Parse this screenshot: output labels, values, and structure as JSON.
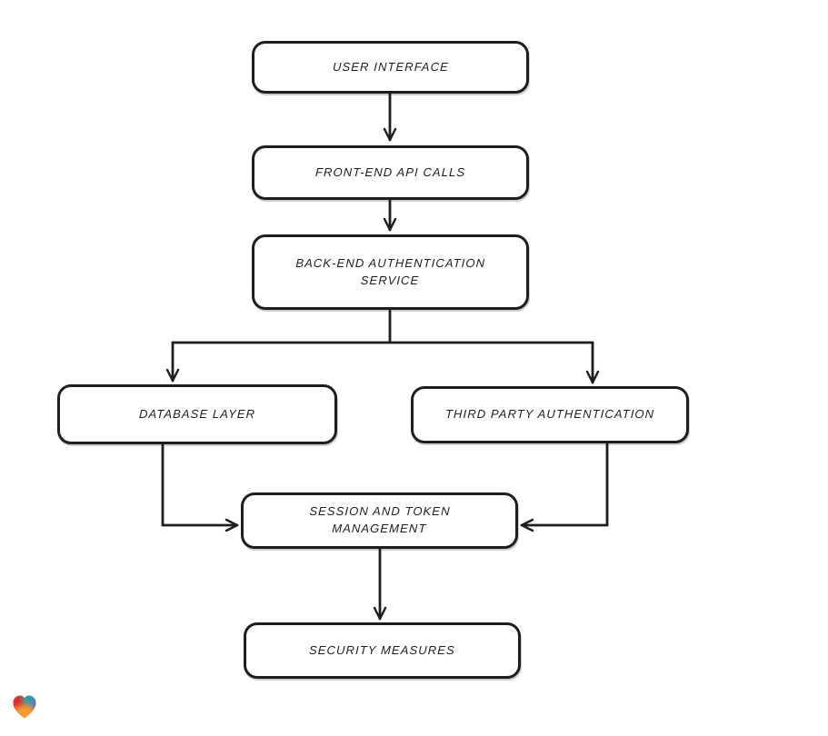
{
  "app": {
    "background_color": "#ffffff"
  },
  "diagram": {
    "stroke_color": "#1e1e1e",
    "node_fill_color": "#ffffff",
    "nodes": [
      {
        "id": "user-interface",
        "label": "USER INTERFACE"
      },
      {
        "id": "front-end-api-calls",
        "label": "FRONT-END API CALLS"
      },
      {
        "id": "back-end-authentication-service",
        "label": "BACK-END AUTHENTICATION\nSERVICE"
      },
      {
        "id": "database-layer",
        "label": "DATABASE LAYER"
      },
      {
        "id": "third-party-authentication",
        "label": "THIRD PARTY AUTHENTICATION"
      },
      {
        "id": "session-and-token-management",
        "label": "SESSION AND TOKEN\nMANAGEMENT"
      },
      {
        "id": "security-measures",
        "label": "SECURITY MEASURES"
      }
    ],
    "edges": [
      {
        "from": "user-interface",
        "to": "front-end-api-calls"
      },
      {
        "from": "front-end-api-calls",
        "to": "back-end-authentication-service"
      },
      {
        "from": "back-end-authentication-service",
        "to": "database-layer"
      },
      {
        "from": "back-end-authentication-service",
        "to": "third-party-authentication"
      },
      {
        "from": "database-layer",
        "to": "session-and-token-management"
      },
      {
        "from": "third-party-authentication",
        "to": "session-and-token-management"
      },
      {
        "from": "session-and-token-management",
        "to": "security-measures"
      }
    ]
  },
  "logo": {
    "name": "heart-logo",
    "colors": {
      "red": "#e62b2b",
      "teal": "#16a8a4",
      "blue": "#4f6ce0",
      "orange": "#f39b33"
    }
  }
}
